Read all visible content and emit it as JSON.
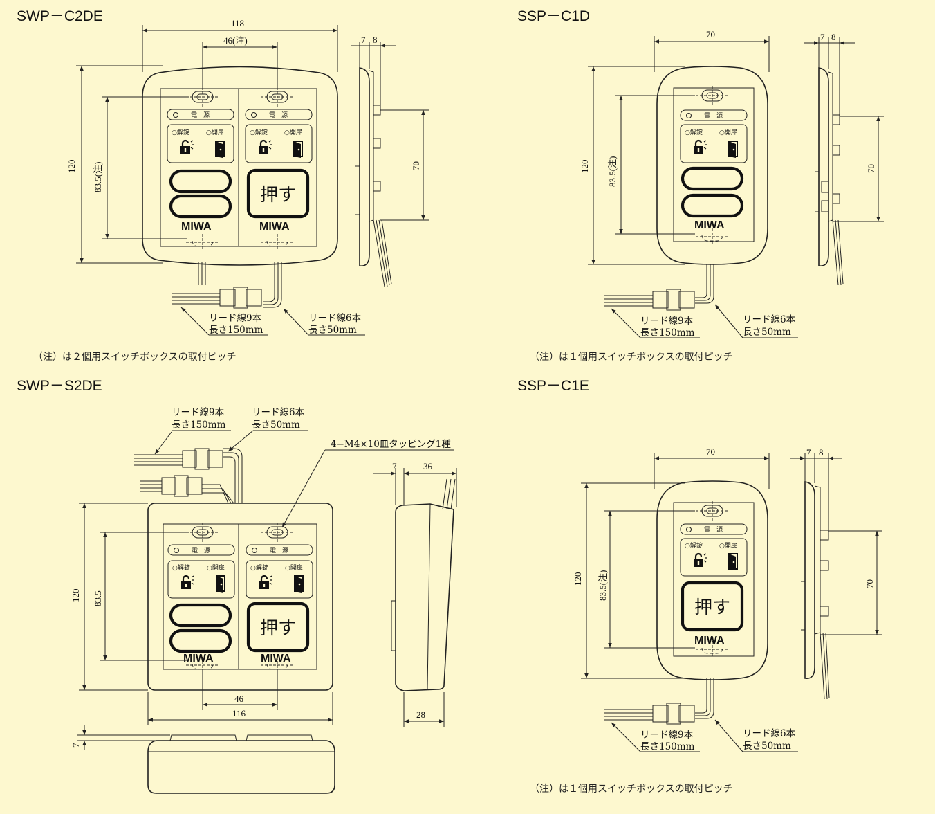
{
  "titles": {
    "swp_c2de": "SWP－C2DE",
    "ssp_c1d": "SSP－C1D",
    "swp_s2de": "SWP－S2DE",
    "ssp_c1e": "SSP－C1E"
  },
  "notes": {
    "two_gang": "（注）は２個用スイッチボックスの取付ピッチ",
    "one_gang": "（注）は１個用スイッチボックスの取付ピッチ"
  },
  "leads": {
    "nine_wire": "リード線9本",
    "nine_length": "長さ150mm",
    "six_wire": "リード線6本",
    "six_length": "長さ50mm"
  },
  "screw_label": "4−M4×10皿タッピング1種",
  "panel": {
    "power": "電　源",
    "unlock": "○解錠",
    "open": "○開扉",
    "push": "押す",
    "brand": "MIWA"
  },
  "dims": {
    "w118": "118",
    "w46n": "46(注)",
    "h120": "120",
    "h83n": "83.5(注)",
    "h70": "70",
    "w7": "7",
    "w8": "8",
    "w70": "70",
    "h83": "83.5",
    "w46": "46",
    "w116": "116",
    "w36": "36",
    "w28": "28"
  }
}
